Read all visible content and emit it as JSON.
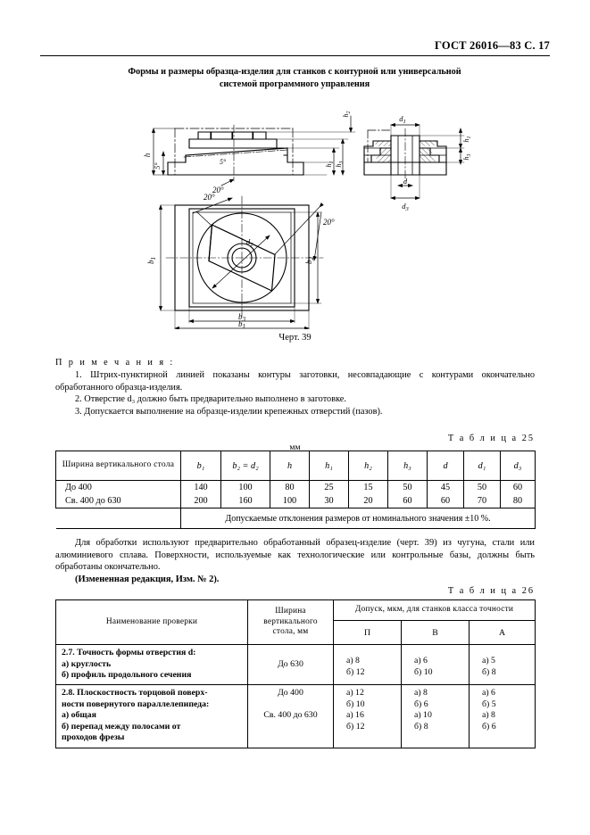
{
  "header": {
    "standard_ref": "ГОСТ 26016—83 С. 17"
  },
  "title": {
    "line1": "Формы и размеры образца-изделия для станков с контурной или универсальной",
    "line2": "системой программного управления"
  },
  "figure": {
    "caption": "Черт. 39",
    "labels": {
      "h": "h",
      "h1": "h₁",
      "h2": "h₂",
      "h3": "h₃",
      "b1": "b₁",
      "b2": "b₂",
      "b3": "b₃",
      "d": "d",
      "d1": "d₁",
      "d2": "d₂",
      "d3": "d₃",
      "angle_20_left": "20°",
      "angle_20_right": "20°",
      "angle_5_left": "5°",
      "angle_5_center": "5°"
    }
  },
  "notes": {
    "heading": "П р и м е ч а н и я :",
    "items": [
      "1. Штрих-пунктирной линией показаны контуры заготовки, несовпадающие с контурами окончательно обработанного образца-изделия.",
      "2. Отверстие d₃ должно быть предварительно выполнено в заготовке.",
      "3. Допускается выполнение на образце-изделии крепежных отверстий (пазов)."
    ]
  },
  "table25": {
    "caption": "Т а б л и ц а   25",
    "unit": "мм",
    "headers": [
      "Ширина вертикального стола",
      "b₁",
      "b₂ = d₂",
      "h",
      "h₁",
      "h₂",
      "h₃",
      "d",
      "d₁",
      "d₃"
    ],
    "rows": [
      {
        "name": "До  400",
        "values": [
          "140",
          "100",
          "80",
          "25",
          "15",
          "50",
          "45",
          "50",
          "60"
        ]
      },
      {
        "name": "Св. 400 до 630",
        "values": [
          "200",
          "160",
          "100",
          "30",
          "20",
          "60",
          "60",
          "70",
          "80"
        ]
      }
    ],
    "footnote": "Допускаемые отклонения размеров от номинального значения ±10 %."
  },
  "paragraph": {
    "body": "Для обработки используют предварительно обработанный образец-изделие (черт. 39) из чугуна, стали или алюминиевого сплава. Поверхности, используемые как технологические или контрольные базы, должны быть обработаны окончательно.",
    "revision": "(Измененная редакция, Изм. № 2)."
  },
  "table26": {
    "caption": "Т а б л и ц а   26",
    "headers": {
      "check_name": "Наименование проверки",
      "table_width": "Ширина\nвертикального\nстола, мм",
      "tolerance_group": "Допуск, мкм, для станков класса точности",
      "classes": [
        "П",
        "В",
        "А"
      ]
    },
    "rows": [
      {
        "name": "2.7.  Точность формы отверстия d:\n      а)  круглость\n      б)  профиль продольного сечения",
        "widths": [
          "До 630"
        ],
        "P": [
          "а)   8",
          "б) 12"
        ],
        "V": [
          "а)   6",
          "б) 10"
        ],
        "A": [
          "а) 5",
          "б) 8"
        ]
      },
      {
        "name": "2.8.  Плоскостность торцовой поверх-\nности повернутого параллелепипеда:\n      а)  общая\n      б)  перепад между полосами от\n            проходов фрезы",
        "widths": [
          "До 400",
          "Св. 400 до 630"
        ],
        "P": [
          "а) 12",
          "б) 10",
          "а) 16",
          "б) 12"
        ],
        "V": [
          "а)  8",
          "б)  6",
          "а) 10",
          "б)  8"
        ],
        "A": [
          "а) 6",
          "б) 5",
          "а) 8",
          "б) 6"
        ]
      }
    ]
  }
}
